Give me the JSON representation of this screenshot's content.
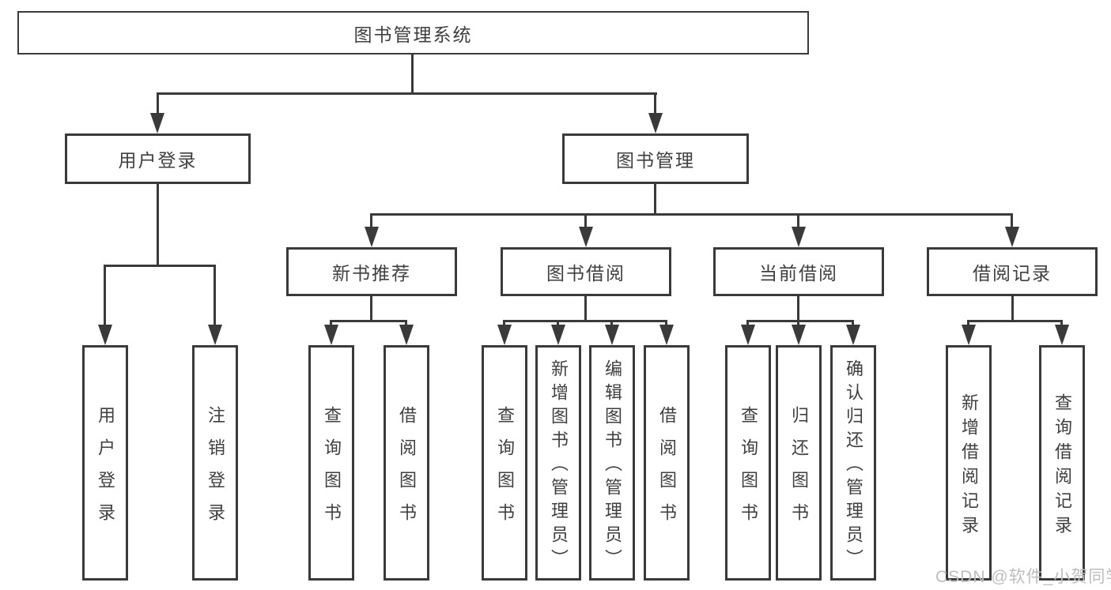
{
  "diagram": {
    "root": "图书管理系统",
    "level2": [
      "用户登录",
      "图书管理"
    ],
    "level3": [
      "新书推荐",
      "图书借阅",
      "当前借阅",
      "借阅记录"
    ],
    "leaves": [
      "用户登录",
      "注销登录",
      "查询图书",
      "借阅图书",
      "查询图书",
      "新增图书（管理员）",
      "编辑图书（管理员）",
      "借阅图书",
      "查询图书",
      "归还图书",
      "确认归还（管理员）",
      "新增借阅记录",
      "查询借阅记录"
    ],
    "watermark": "CSDN @软件_小贺同学",
    "colors": {
      "line": "#3a3a3a",
      "text": "#3f3f3f",
      "watermark": "#bdbdbd",
      "background": "#ffffff"
    }
  }
}
